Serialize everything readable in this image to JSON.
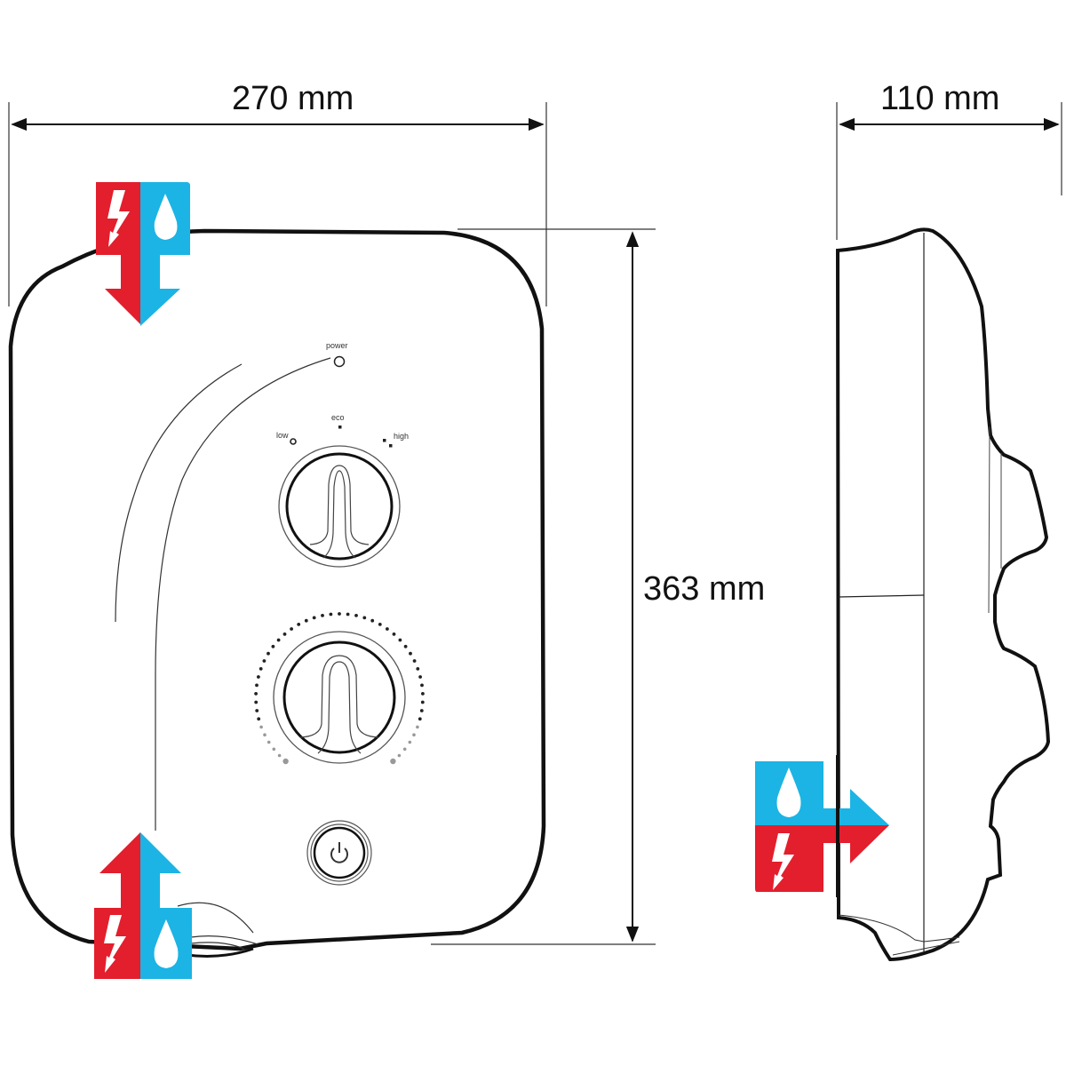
{
  "dimensions": {
    "width": {
      "label": "270 mm",
      "value": 270,
      "unit": "mm"
    },
    "depth": {
      "label": "110 mm",
      "value": 110,
      "unit": "mm"
    },
    "height": {
      "label": "363 mm",
      "value": 363,
      "unit": "mm"
    }
  },
  "front_view": {
    "indicators": {
      "power_label": "power",
      "low_label": "low",
      "eco_label": "eco",
      "high_label": "high"
    },
    "controls": [
      {
        "name": "power-mode-knob",
        "type": "rotary knob"
      },
      {
        "name": "temperature-knob",
        "type": "rotary knob with dotted scale"
      },
      {
        "name": "power-button",
        "icon": "power-icon"
      }
    ]
  },
  "entry_icons": [
    {
      "position": "top-left",
      "direction": "down",
      "icons": [
        "electricity-icon",
        "water-drop-icon"
      ]
    },
    {
      "position": "bottom-left",
      "direction": "up",
      "icons": [
        "electricity-icon",
        "water-drop-icon"
      ]
    },
    {
      "position": "side-rear",
      "direction": "right",
      "icons": [
        "water-drop-icon",
        "electricity-icon"
      ]
    }
  ],
  "colors": {
    "electric_red": "#E31E2D",
    "water_blue": "#1BB4E4",
    "line": "#111111"
  }
}
